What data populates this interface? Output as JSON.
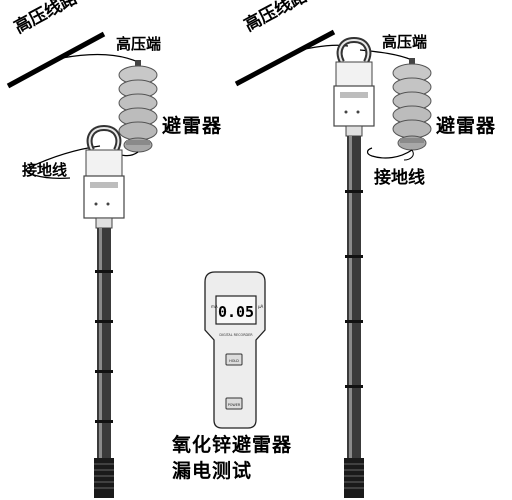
{
  "labels": {
    "hv_line": "高压线路",
    "hv_terminal": "高压端",
    "arrester": "避雷器",
    "ground_wire": "接地线",
    "caption_line1": "氧化锌避雷器",
    "caption_line2": "漏电测试"
  },
  "meter": {
    "display_value": "0.05",
    "unit_left": "mA",
    "unit_right": "μA",
    "brand_text": "DIGITAL RECORDER",
    "button_top": "HOLD",
    "button_bottom": "POWER"
  }
}
